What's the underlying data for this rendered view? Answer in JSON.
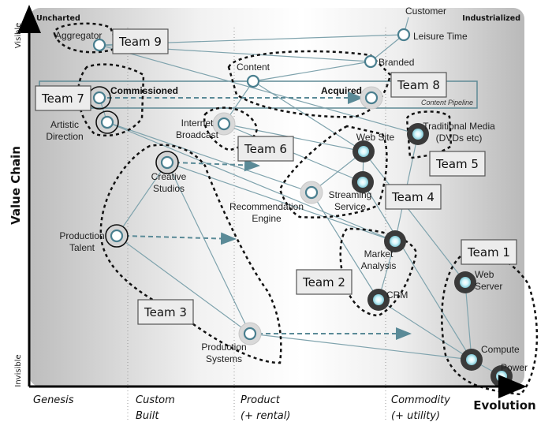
{
  "title": "Wardley Map – Media Value Chain",
  "axes": {
    "y_title": "Value Chain",
    "y_top": "Visible",
    "y_bottom": "Invisible",
    "x_title": "Evolution",
    "corner_left": "Uncharted",
    "corner_right": "Industrialized",
    "stages": [
      "Genesis",
      "Custom|Built",
      "Product|(+ rental)",
      "Commodity|(+ utility)"
    ]
  },
  "pipeline": {
    "label": "Content Pipeline",
    "start_label": "Commissioned",
    "end_label": "Acquired"
  },
  "colors": {
    "node_stroke": "#4a7f8f",
    "link": "#7fa3ad",
    "commodity_node": "#3a3a3a",
    "glow": "#bfeef5"
  },
  "nodes": [
    {
      "id": "customer",
      "label": "Customer",
      "kind": "anchor"
    },
    {
      "id": "leisure",
      "label": "Leisure Time",
      "kind": "plain"
    },
    {
      "id": "aggregator",
      "label": "Aggregator",
      "kind": "plain"
    },
    {
      "id": "branded",
      "label": "Branded",
      "kind": "plain"
    },
    {
      "id": "content",
      "label": "Content",
      "kind": "plain"
    },
    {
      "id": "commissioned",
      "label": "",
      "kind": "ring"
    },
    {
      "id": "acquired",
      "label": "",
      "kind": "halo"
    },
    {
      "id": "artistic",
      "label": "Artistic|Direction",
      "kind": "ring"
    },
    {
      "id": "internet",
      "label": "Internet|Broadcast",
      "kind": "halo"
    },
    {
      "id": "tradmedia",
      "label": "Traditional Media|(DVDs etc)",
      "kind": "dark"
    },
    {
      "id": "website",
      "label": "Web Site",
      "kind": "dark"
    },
    {
      "id": "creative",
      "label": "Creative|Studios",
      "kind": "ringfill"
    },
    {
      "id": "streaming",
      "label": "Streaming|Service",
      "kind": "dark"
    },
    {
      "id": "recommend",
      "label": "Recommendation|Engine",
      "kind": "halo"
    },
    {
      "id": "prodtalent",
      "label": "Production|Talent",
      "kind": "ringfill"
    },
    {
      "id": "market",
      "label": "Market|Analysis",
      "kind": "dark"
    },
    {
      "id": "webserver",
      "label": "Web|Server",
      "kind": "dark"
    },
    {
      "id": "crm",
      "label": "CRM",
      "kind": "dark"
    },
    {
      "id": "prodsys",
      "label": "Production|Systems",
      "kind": "halo"
    },
    {
      "id": "compute",
      "label": "Compute",
      "kind": "dark"
    },
    {
      "id": "power",
      "label": "Power",
      "kind": "dark"
    }
  ],
  "links": [
    [
      "customer",
      "leisure"
    ],
    [
      "leisure",
      "branded"
    ],
    [
      "leisure",
      "aggregator"
    ],
    [
      "aggregator",
      "branded"
    ],
    [
      "aggregator",
      "tradmedia"
    ],
    [
      "branded",
      "content"
    ],
    [
      "content",
      "internet"
    ],
    [
      "content",
      "website"
    ],
    [
      "internet",
      "website"
    ],
    [
      "internet",
      "streaming"
    ],
    [
      "artistic",
      "market"
    ],
    [
      "artistic",
      "recommend"
    ],
    [
      "creative",
      "market"
    ],
    [
      "creative",
      "prodsys"
    ],
    [
      "prodtalent",
      "creative"
    ],
    [
      "prodtalent",
      "prodsys"
    ],
    [
      "website",
      "recommend"
    ],
    [
      "website",
      "streaming"
    ],
    [
      "website",
      "webserver"
    ],
    [
      "tradmedia",
      "market"
    ],
    [
      "streaming",
      "compute"
    ],
    [
      "recommend",
      "crm"
    ],
    [
      "market",
      "crm"
    ],
    [
      "crm",
      "compute"
    ],
    [
      "prodsys",
      "compute"
    ],
    [
      "webserver",
      "compute"
    ],
    [
      "compute",
      "power"
    ],
    [
      "commissioned",
      "artistic"
    ]
  ],
  "evolution_arrows": [
    [
      "commissioned",
      "acquired"
    ],
    [
      "creative",
      "creative_target"
    ],
    [
      "prodtalent",
      "prodtalent_target"
    ],
    [
      "prodsys",
      "prodsys_target"
    ]
  ],
  "teams": [
    "Team 1",
    "Team 2",
    "Team 3",
    "Team 4",
    "Team 5",
    "Team 6",
    "Team 7",
    "Team 8",
    "Team 9"
  ]
}
